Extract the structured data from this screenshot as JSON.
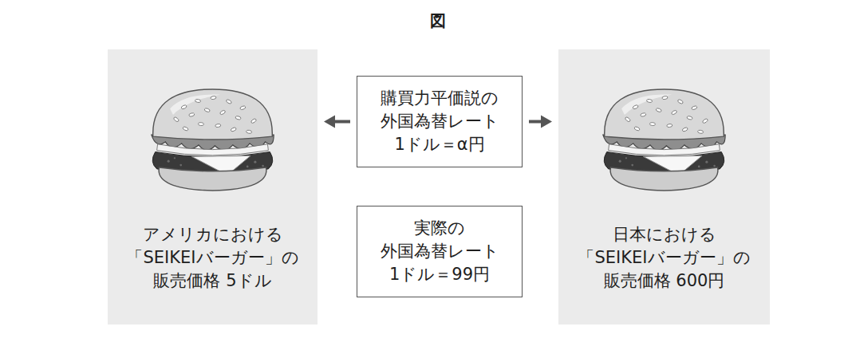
{
  "diagram": {
    "title": "図",
    "nodes": [
      {
        "text": [
          "アメリカにおける 「SEIKEIバーガー」の 販売価格 5ドル"
        ]
      },
      {
        "text": [
          "購買力平価説の 外国為替レート 1ドル＝α円"
        ]
      },
      {
        "text": [
          "実際の 外国為替レート 1ドル＝99円"
        ]
      },
      {
        "text": [
          "日本における 「SEIKEIバーガー」の 販売価格 600円"
        ]
      }
    ],
    "edges": [
      {
        "from": 1,
        "to": 0,
        "arrow": "to"
      },
      {
        "from": 1,
        "to": 3,
        "arrow": "to"
      }
    ]
  }
}
